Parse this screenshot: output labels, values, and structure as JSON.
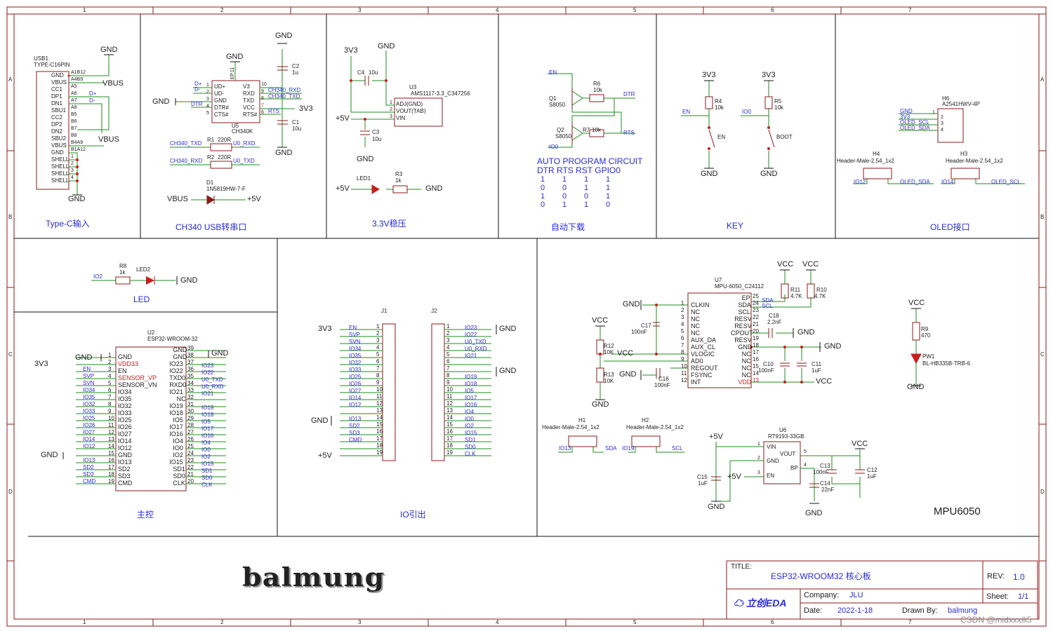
{
  "grid": {
    "columns": [
      "1",
      "2",
      "3",
      "4",
      "5",
      "6",
      "7"
    ],
    "rows": [
      "A",
      "B",
      "C",
      "D"
    ]
  },
  "sections": {
    "typec": "Type-C输入",
    "ch340": "CH340 USB转串口",
    "ldo": "3.3V稳压",
    "auto": "自动下载",
    "key": "KEY",
    "oled": "OLED接口",
    "led": "LED",
    "main": "主控",
    "io": "IO引出",
    "mpu": "MPU6050"
  },
  "usb1": {
    "ref": "USB1",
    "value": "TYPE-C16PIN",
    "pins_left": [
      "GND",
      "VBUS",
      "CC1",
      "DP1",
      "DN1",
      "SBU1",
      "CC2",
      "DP2",
      "DN2",
      "SBU2",
      "VBUS",
      "GND",
      "SHELL",
      "SHELL",
      "SHELL",
      "SHELL"
    ],
    "pin_nums": [
      "A1B12",
      "A4B9",
      "A5",
      "A6",
      "A7",
      "A8",
      "B5",
      "B6",
      "B7",
      "B8",
      "B4A9",
      "B1A12",
      "1",
      "2",
      "3",
      "4"
    ],
    "nets": [
      "GND",
      "VBUS",
      "D+",
      "D-",
      "VBUS",
      "GND"
    ]
  },
  "u5": {
    "ref": "U5",
    "value": "CH340K",
    "pins_left": [
      "UD+",
      "UD-",
      "GND",
      "DTR#",
      "CTS#"
    ],
    "pins_right": [
      "V3",
      "RXD",
      "TXD",
      "VCC",
      "RTS#"
    ],
    "nums_left": [
      "1",
      "2",
      "3",
      "4",
      "5"
    ],
    "nums_right": [
      "10",
      "9",
      "8",
      "7",
      "6"
    ],
    "net_left": [
      "D+",
      "D-",
      "DTR"
    ],
    "net_right": [
      "CH340_RXD",
      "CH340_TXD",
      "RTS",
      "3V3"
    ],
    "ep": "EP",
    "ep_num": "11",
    "gnd": "GND",
    "c2": {
      "ref": "C2",
      "value": "1u"
    },
    "c1": {
      "ref": "C1",
      "value": "10u"
    },
    "r1": {
      "ref": "R1",
      "value": "220R",
      "a": "CH340_TXD",
      "b": "U0_RXD"
    },
    "r2": {
      "ref": "R2",
      "value": "220R",
      "a": "CH340_RXD",
      "b": "U0_TXD"
    },
    "d1": {
      "ref": "D1",
      "value": "1N5819HW-7-F",
      "a": "VBUS",
      "b": "+5V"
    }
  },
  "u3": {
    "ref": "U3",
    "value": "AMS1117-3.3_C347256",
    "pins": [
      "ADJ(GND)",
      "VOUT(TAB)",
      "VIN"
    ],
    "nums": [
      "1",
      "2",
      "3"
    ],
    "c4": {
      "ref": "C4",
      "value": "10u"
    },
    "c3": {
      "ref": "C3",
      "value": "10u"
    },
    "net_3v3": "3V3",
    "net_gnd": "GND",
    "net_5v": "+5V",
    "led1": {
      "ref": "LED1",
      "r": "R3",
      "rv": "1k",
      "a": "+5V",
      "g": "GND"
    }
  },
  "auto": {
    "nets": [
      "EN",
      "DTR",
      "RTS",
      "IO0"
    ],
    "q1": {
      "ref": "Q1",
      "value": "S8050"
    },
    "q2": {
      "ref": "Q2",
      "value": "S8050"
    },
    "r6": {
      "ref": "R6",
      "value": "10k"
    },
    "r7": {
      "ref": "R7",
      "value": "10k"
    },
    "title": "AUTO PROGRAM CIRCUIT",
    "header": "DTR RTS RST GPIO0",
    "rows": [
      [
        "1",
        "1",
        "1",
        "1"
      ],
      [
        "0",
        "0",
        "1",
        "1"
      ],
      [
        "1",
        "0",
        "0",
        "1"
      ],
      [
        "0",
        "1",
        "1",
        "0"
      ]
    ]
  },
  "key": {
    "r4": {
      "ref": "R4",
      "value": "10k",
      "net": "3V3",
      "sig": "EN",
      "sw": "EN"
    },
    "r5": {
      "ref": "R5",
      "value": "10k",
      "net": "3V3",
      "sig": "IO0",
      "sw": "BOOT"
    },
    "gnd": "GND"
  },
  "oled": {
    "h6": {
      "ref": "H6",
      "value": "A2541HWV-4P",
      "pins": [
        "GND",
        "3V3",
        "OLED_SCL",
        "OLED_SDA"
      ],
      "nums": [
        "1",
        "2",
        "3",
        "4"
      ]
    },
    "h4": {
      "ref": "H4",
      "value": "Header-Male-2.54_1x2",
      "a": "IO12",
      "b": "OLED_SDA"
    },
    "h3": {
      "ref": "H3",
      "value": "Header-Male-2.54_1x2",
      "a": "IO14",
      "b": "OLED_SCL"
    }
  },
  "led2": {
    "ref": "LED2",
    "r": "R8",
    "rv": "1k",
    "net": "IO2",
    "gnd": "GND"
  },
  "u2": {
    "ref": "U2",
    "value": "ESP32-WROOM-32",
    "pins_left": [
      "GND",
      "VDD33",
      "EN",
      "SENSOR_VP",
      "SENSOR_VN",
      "IO34",
      "IO35",
      "IO32",
      "IO33",
      "IO25",
      "IO26",
      "IO27",
      "IO14",
      "IO12",
      "GND",
      "IO13",
      "SD2",
      "SD3",
      "CMD"
    ],
    "nums_left": [
      "1",
      "2",
      "3",
      "4",
      "5",
      "6",
      "7",
      "8",
      "9",
      "10",
      "11",
      "12",
      "13",
      "14",
      "15",
      "16",
      "17",
      "18",
      "19"
    ],
    "nets_left": [
      "",
      "",
      "EN",
      "SVP",
      "SVN",
      "IO34",
      "IO35",
      "IO32",
      "IO33",
      "IO25",
      "IO26",
      "IO27",
      "IO14",
      "IO12",
      "",
      "IO13",
      "SD2",
      "SD3",
      "CMD"
    ],
    "pins_right": [
      "GND",
      "GND",
      "IO23",
      "IO22",
      "TXD0",
      "RXD0",
      "IO21",
      "NC",
      "IO19",
      "IO18",
      "IO5",
      "IO17",
      "IO16",
      "IO4",
      "IO0",
      "IO2",
      "IO15",
      "SD1",
      "SD0",
      "CLK"
    ],
    "nums_right": [
      "39",
      "38",
      "37",
      "36",
      "35",
      "34",
      "33",
      "32",
      "31",
      "30",
      "29",
      "28",
      "27",
      "26",
      "25",
      "24",
      "23",
      "22",
      "21",
      "20"
    ],
    "nets_right": [
      "",
      "",
      "IO23",
      "IO22",
      "U0_TXD",
      "U0_RXD",
      "IO21",
      "",
      "IO19",
      "IO18",
      "IO5",
      "IO17",
      "IO16",
      "IO4",
      "IO0",
      "IO2",
      "IO15",
      "SD1",
      "SD0",
      "CLK"
    ],
    "net_3v3": "3V3",
    "gnd": "GND"
  },
  "j1": {
    "ref": "J1",
    "nets": [
      "EN",
      "SVP",
      "SVN",
      "IO34",
      "IO35",
      "IO32",
      "IO33",
      "IO25",
      "IO26",
      "IO27",
      "IO14",
      "IO12",
      "",
      "IO13",
      "SD2",
      "SD3",
      "CMD",
      "",
      ""
    ],
    "nums": [
      "1",
      "2",
      "3",
      "4",
      "5",
      "6",
      "7",
      "8",
      "9",
      "10",
      "11",
      "12",
      "13",
      "14",
      "15",
      "16",
      "17",
      "18",
      "19"
    ],
    "n3v3": "3V3",
    "gnd": "GND",
    "n5v": "+5V"
  },
  "j2": {
    "ref": "J2",
    "nets": [
      "IO23",
      "IO22",
      "U0_TXD",
      "U0_RXD",
      "IO21",
      "",
      "",
      "IO19",
      "IO18",
      "IO5",
      "IO17",
      "IO16",
      "IO4",
      "IO0",
      "IO2",
      "IO15",
      "SD1",
      "SD0",
      "CLK"
    ],
    "nums": [
      "1",
      "2",
      "3",
      "4",
      "5",
      "6",
      "7",
      "8",
      "9",
      "10",
      "11",
      "12",
      "13",
      "14",
      "15",
      "16",
      "17",
      "18",
      "19"
    ],
    "gnd": "GND"
  },
  "u7": {
    "ref": "U7",
    "value": "MPU-6050_C24112",
    "pins_left": [
      "CLKIN",
      "NC",
      "NC",
      "NC",
      "NC",
      "AUX_DA",
      "AUX_CL",
      "VLOGIC",
      "AD0",
      "REGOUT",
      "FSYNC",
      "INT"
    ],
    "nums_left": [
      "1",
      "2",
      "3",
      "4",
      "5",
      "6",
      "7",
      "8",
      "9",
      "10",
      "11",
      "12"
    ],
    "pins_right": [
      "EP",
      "SDA",
      "SCL",
      "RESV",
      "RESV",
      "CPOUT",
      "RESV",
      "GND",
      "NC",
      "NC",
      "NC",
      "NC",
      "VDD"
    ],
    "nums_right": [
      "25",
      "24",
      "23",
      "22",
      "21",
      "20",
      "19",
      "18",
      "17",
      "16",
      "15",
      "14",
      "13"
    ],
    "net_right": [
      "SDA",
      "SCL"
    ],
    "vcc": "VCC",
    "gnd": "GND",
    "r11": {
      "ref": "R11",
      "value": "4.7K"
    },
    "r10": {
      "ref": "R10",
      "value": "4.7K"
    },
    "c18": {
      "ref": "C18",
      "value": "2.2nF"
    },
    "c17": {
      "ref": "C17",
      "value": "100nF"
    },
    "r12": {
      "ref": "R12",
      "value": "10K"
    },
    "r13": {
      "ref": "R13",
      "value": "10K"
    },
    "c16": {
      "ref": "C16",
      "value": "100nF"
    },
    "c10": {
      "ref": "C10",
      "value": "100nF"
    },
    "c11": {
      "ref": "C11",
      "value": "1uF"
    },
    "r9": {
      "ref": "R9",
      "value": "470"
    },
    "pw1": {
      "ref": "PW1",
      "value": "BL-HB335B-TRB-6"
    },
    "h1": {
      "ref": "H1",
      "value": "Header-Male-2.54_1x2",
      "a": "IO13",
      "b": "SDA"
    },
    "h2": {
      "ref": "H2",
      "value": "Header-Male-2.54_1x2",
      "a": "IO19",
      "b": "SCL"
    }
  },
  "u6": {
    "ref": "U6",
    "value": "RT9193-33GB",
    "pins_left": [
      "VIN",
      "GND",
      "EN"
    ],
    "nums_left": [
      "1",
      "2",
      "3"
    ],
    "pins_right": [
      "VOUT",
      "BP"
    ],
    "nums_right": [
      "5",
      "4"
    ],
    "n5v": "+5V",
    "vcc": "VCC",
    "gnd": "GND",
    "c15": {
      "ref": "C15",
      "value": "1uF"
    },
    "c13": {
      "ref": "C13",
      "value": "100nF"
    },
    "c14": {
      "ref": "C14",
      "value": "22nF"
    },
    "c12": {
      "ref": "C12",
      "value": "1uF"
    }
  },
  "logo": "balmung",
  "title_block": {
    "title_label": "TITLE:",
    "title": "ESP32-WROOM32 核心板",
    "rev_label": "REV:",
    "rev": "1.0",
    "company_label": "Company:",
    "company": "JLU",
    "sheet_label": "Sheet:",
    "sheet": "1/1",
    "date_label": "Date:",
    "date": "2022-1-18",
    "drawn_label": "Drawn By:",
    "drawn": "balmung",
    "brand": "立创EDA"
  },
  "watermark": "CSDN @midxxxili5",
  "colors": {
    "frame": "#8b1a1a",
    "wire": "#1e8c1e",
    "part": "#8b1a1a",
    "net": "#2a2ad6",
    "text": "#1c1c1c",
    "pin_red": "#c81e1e"
  }
}
